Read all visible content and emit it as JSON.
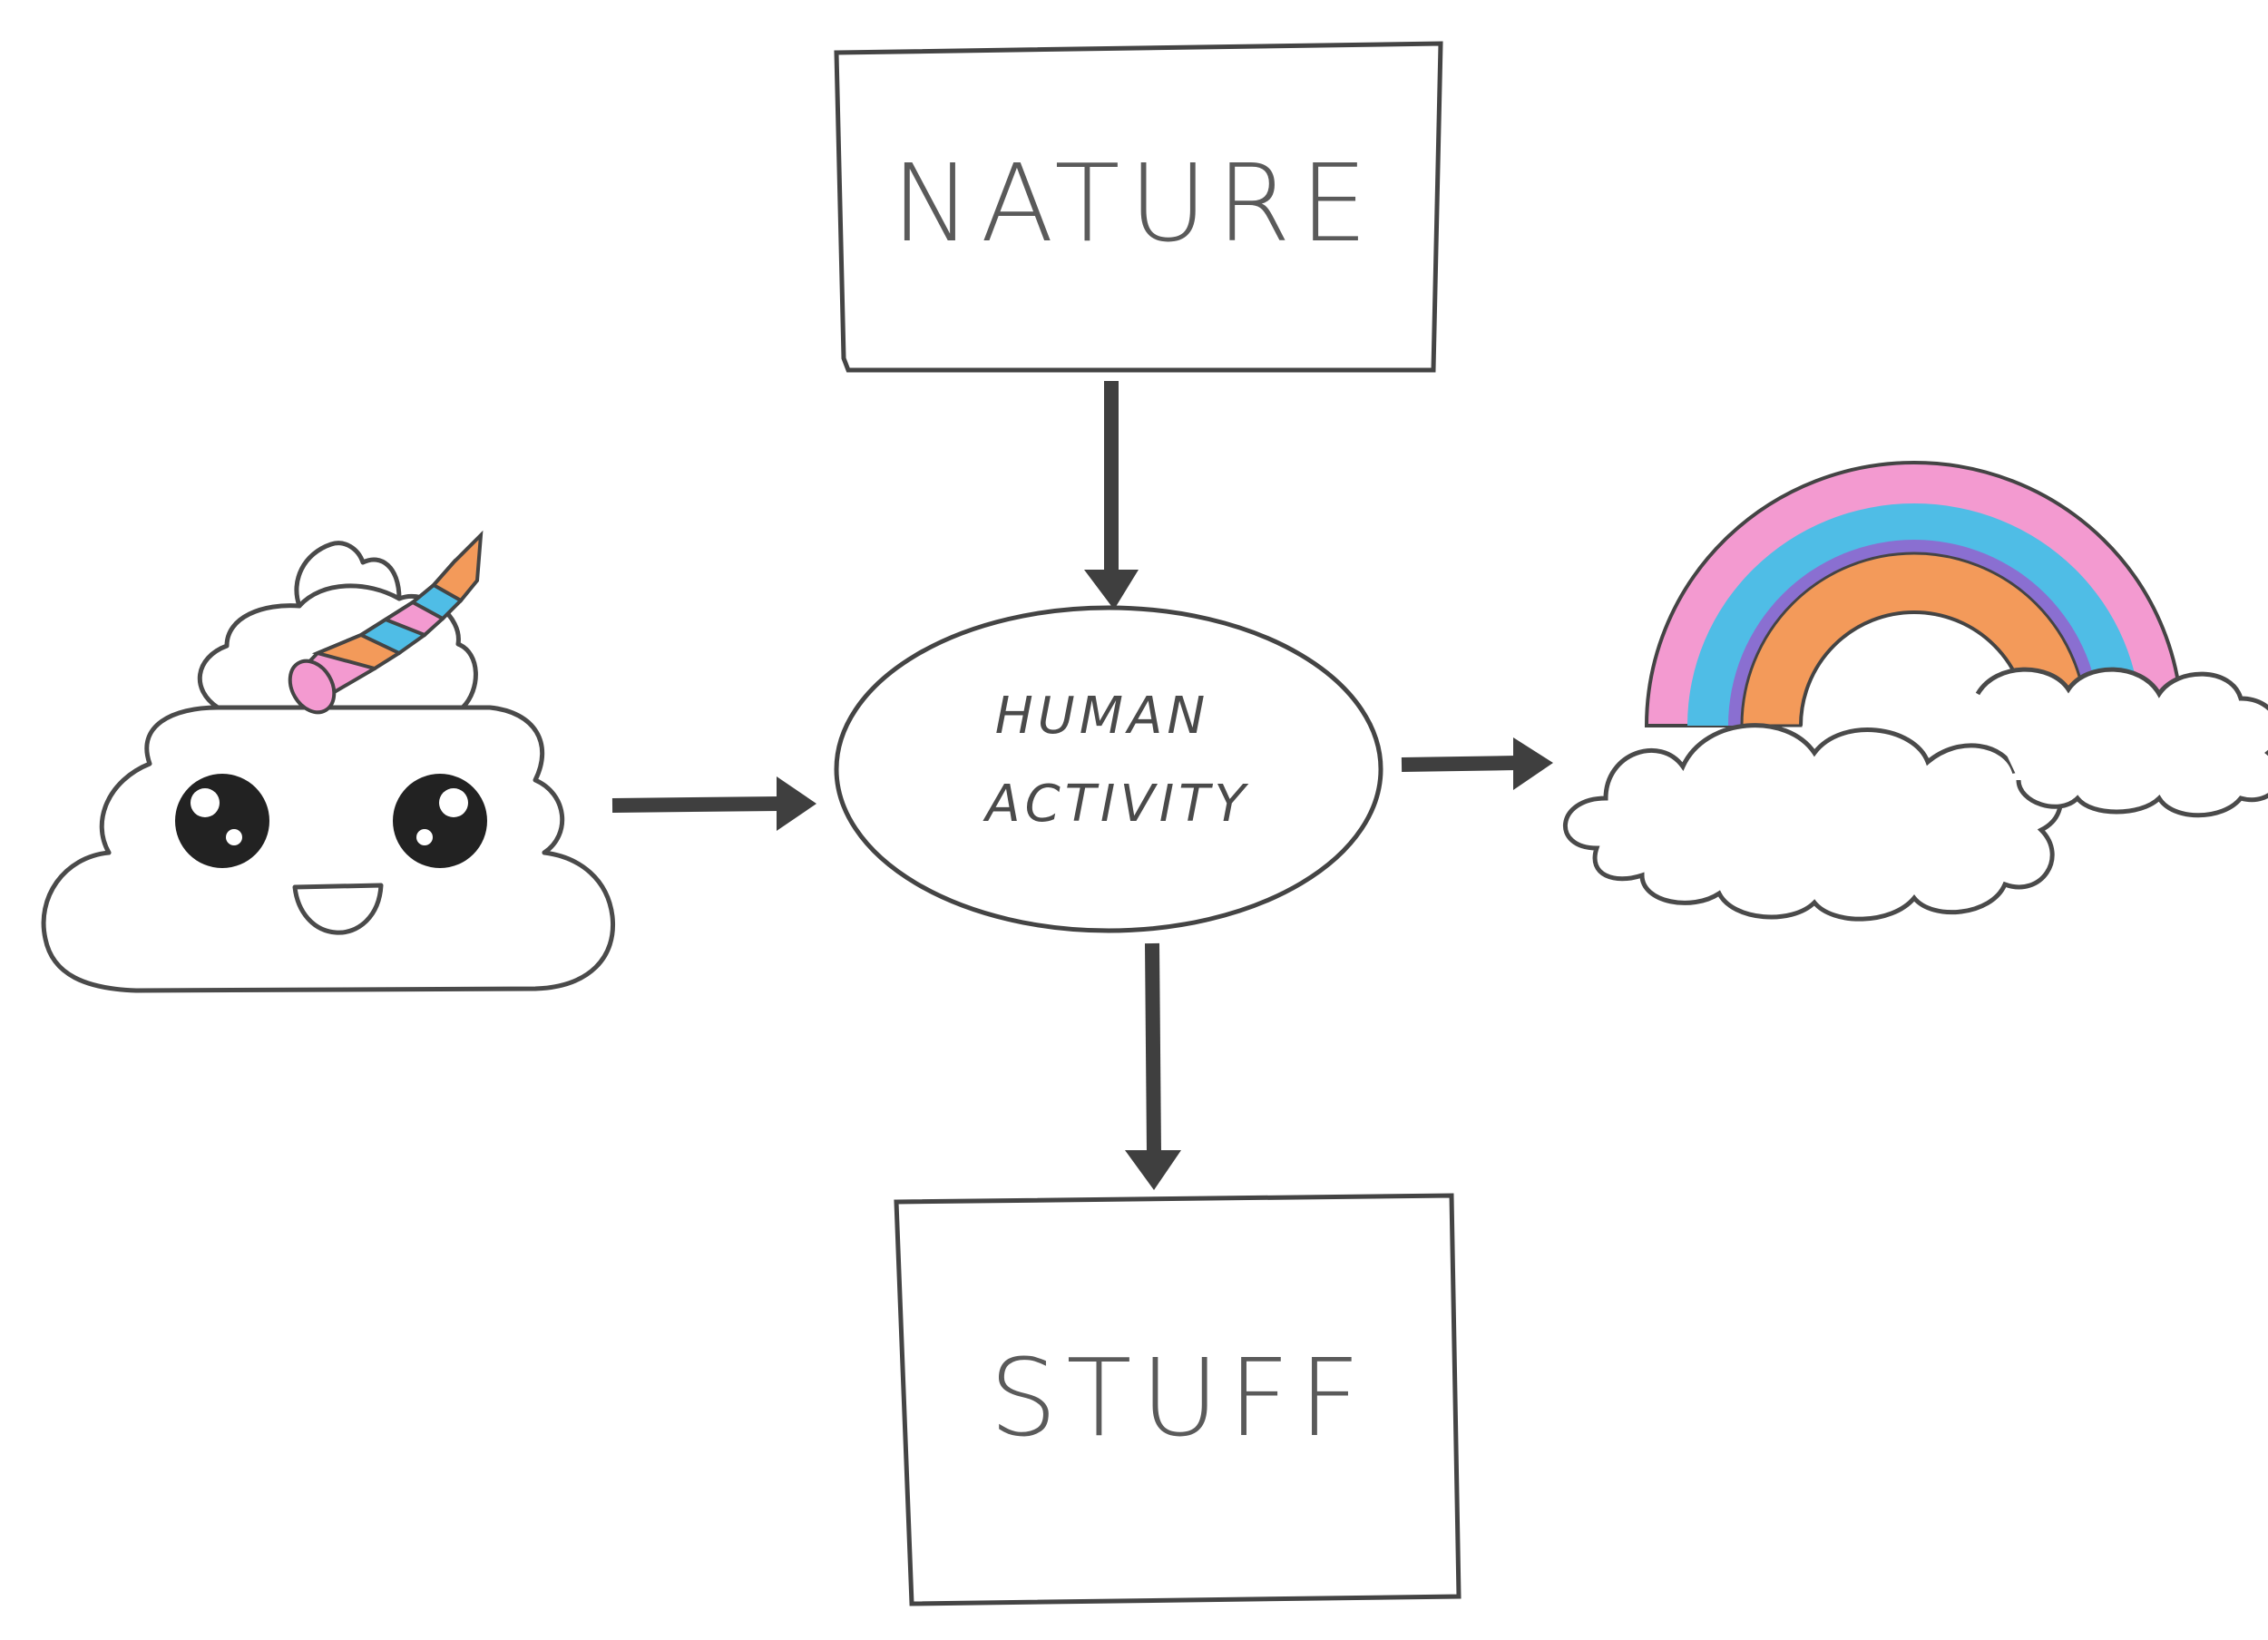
{
  "nodes": {
    "nature": {
      "label": "NATURE"
    },
    "human_activity": {
      "line1": "HUMAN",
      "line2": "ACTIVITY"
    },
    "stuff": {
      "label": "STUFF"
    }
  },
  "illustrations": {
    "left": "unicorn-poop-icon",
    "right": "rainbow-cloud-icon"
  },
  "colors": {
    "ink": "#444444",
    "pink": "#f39ad0",
    "blue": "#4fbde6",
    "orange": "#f39a5a",
    "purple": "#8a6fd1",
    "green": "#6fc28a"
  }
}
